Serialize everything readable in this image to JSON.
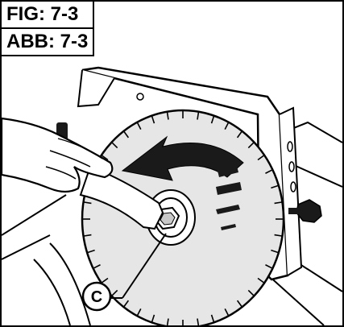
{
  "figure": {
    "label_en": "FIG: 7-3",
    "label_de": "ABB: 7-3"
  },
  "callout": {
    "letter": "C"
  },
  "icons": {
    "rotation": "curved-arrow-icon",
    "wrench": "wrench-icon",
    "knob": "lock-knob-icon"
  }
}
